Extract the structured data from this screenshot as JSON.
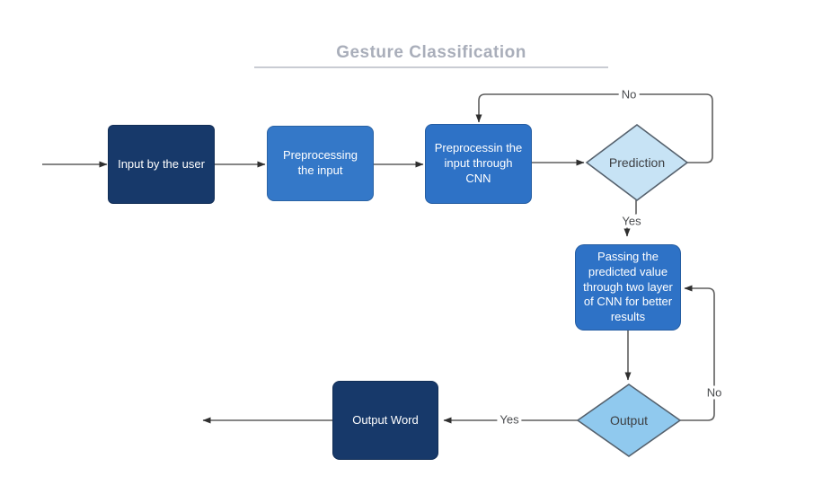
{
  "title": {
    "text": "Gesture Classification"
  },
  "nodes": {
    "input_user": {
      "label": "Input by the user"
    },
    "preprocessing": {
      "label": "Preprocessing the input"
    },
    "preprocess_cnn": {
      "label": "Preprocessin the input  through CNN"
    },
    "prediction": {
      "label": "Prediction"
    },
    "passing": {
      "label": "Passing the predicted value through two layer of CNN for better results"
    },
    "output": {
      "label": "Output"
    },
    "output_word": {
      "label": "Output Word"
    }
  },
  "edge_labels": {
    "prediction_no": "No",
    "prediction_yes": "Yes",
    "output_yes": "Yes",
    "output_no": "No"
  },
  "colors": {
    "dark_navy": "#17396a",
    "medium_blue": "#3478c8",
    "medium_blue_2": "#2e72c6",
    "light_blue_diamond": "#c7e3f5",
    "sky_blue_diamond": "#90c9ee",
    "diamond_stroke": "#55616d",
    "connector": "#5e5e5e",
    "arrowhead": "#2f2f2f",
    "title_gray": "#a9aeba"
  }
}
